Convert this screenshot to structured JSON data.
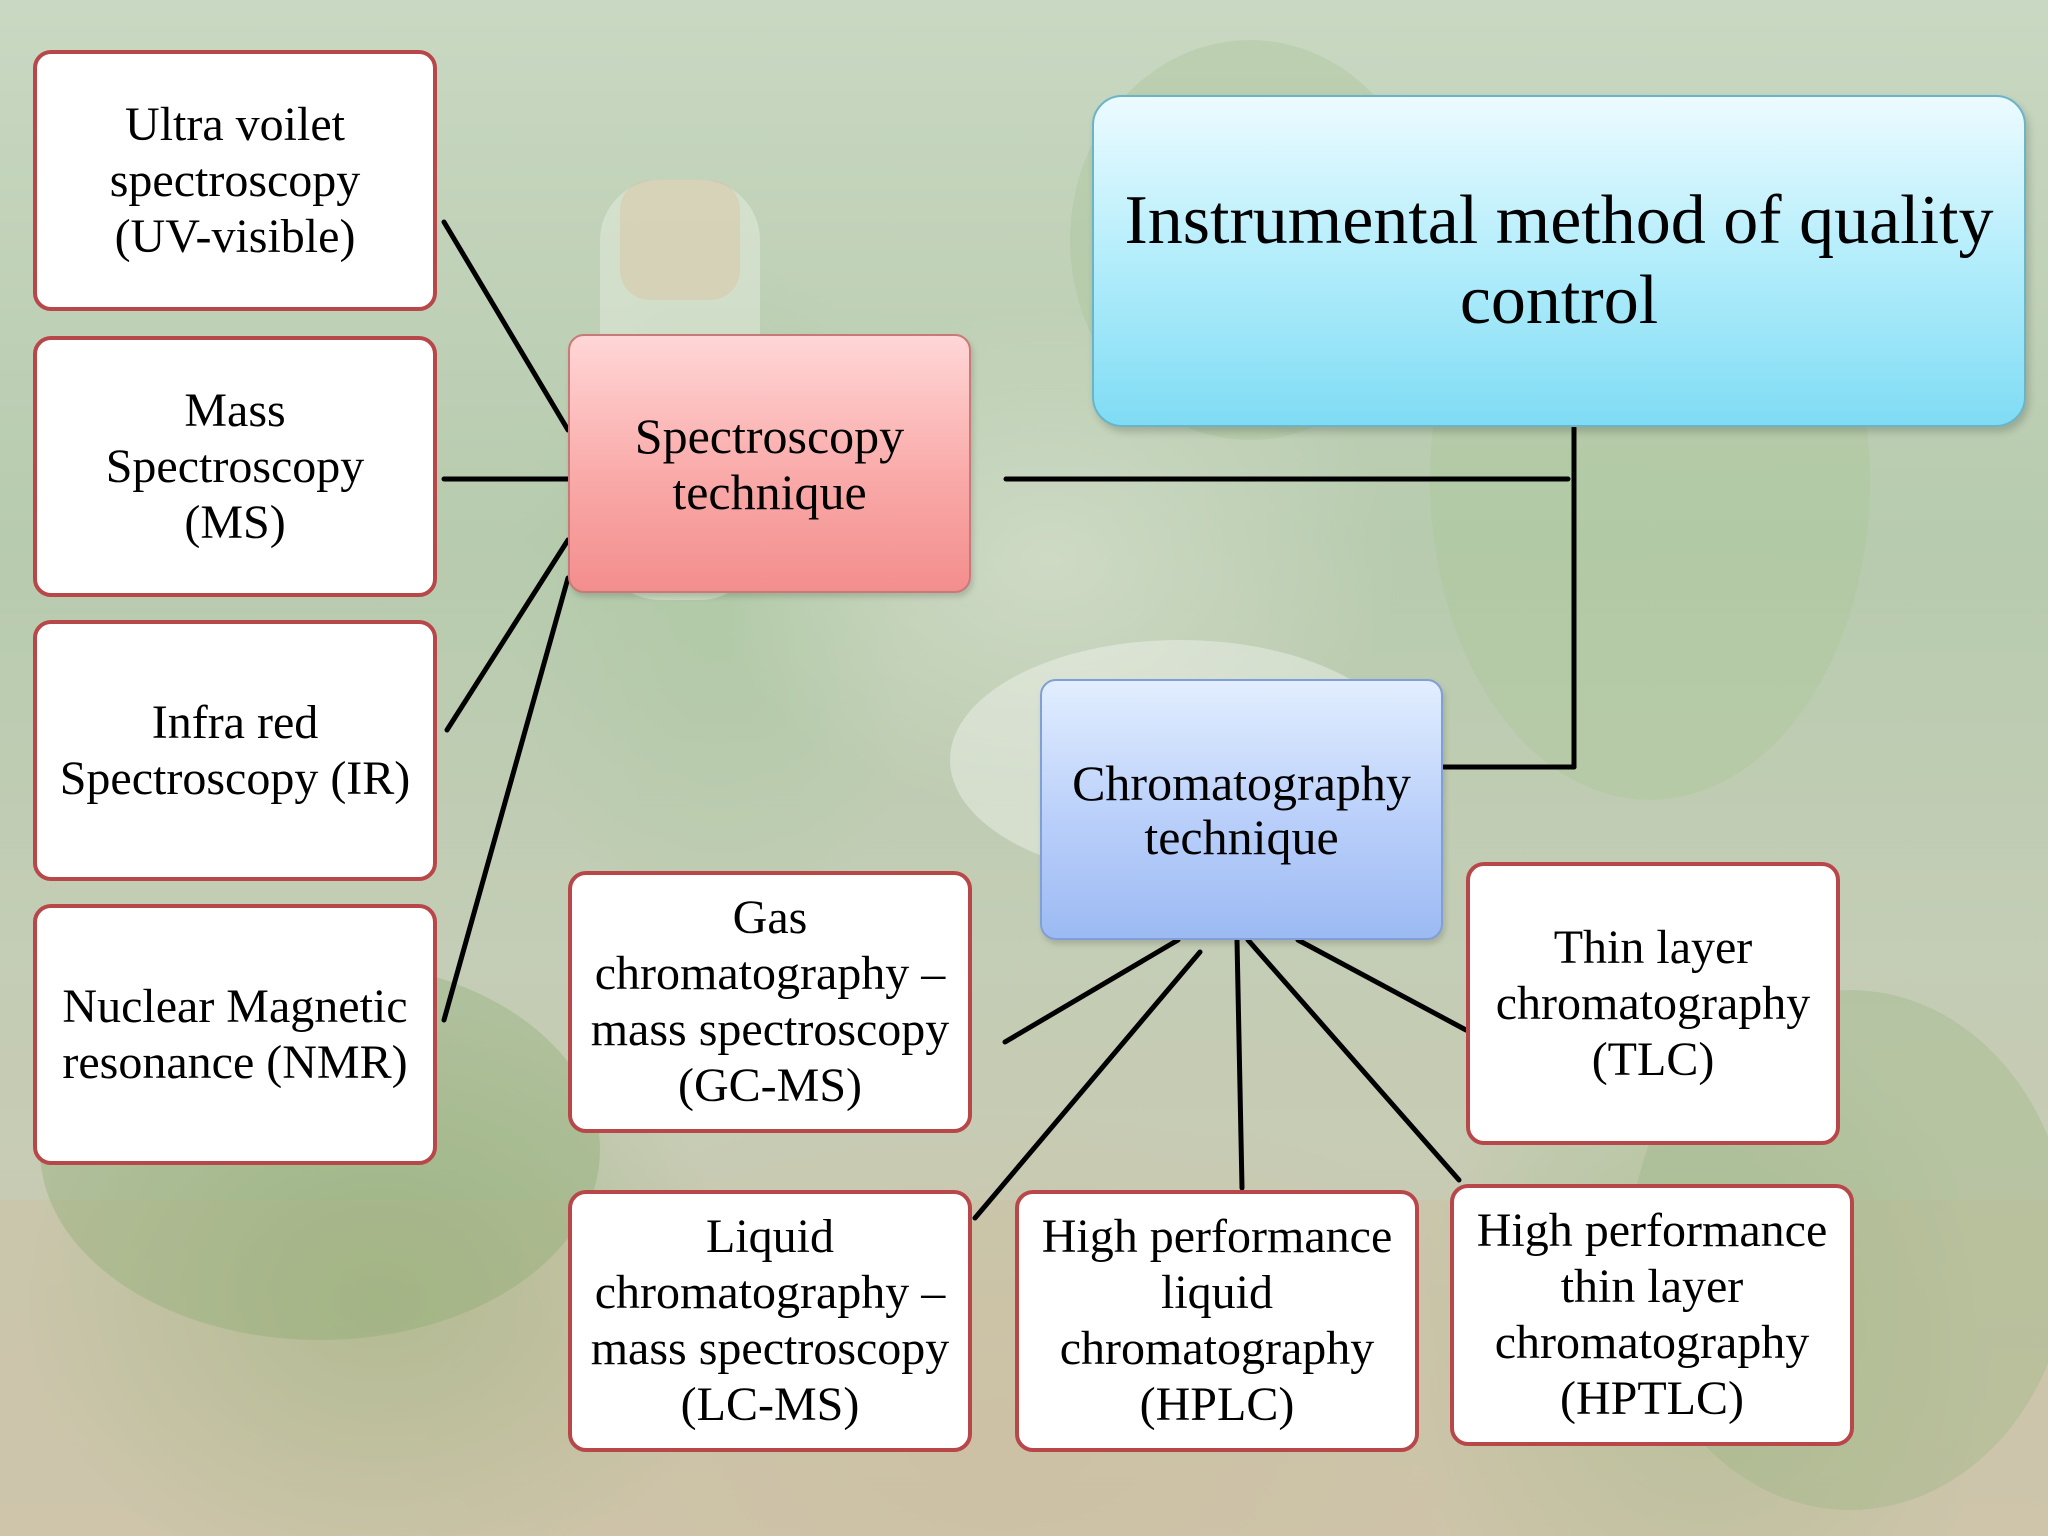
{
  "title": "Instrumental method of quality control",
  "branches": {
    "spectroscopy": "Spectroscopy technique",
    "chromatography": "Chromatography technique"
  },
  "spectroscopy_methods": [
    {
      "label": "Ultra voilet spectroscopy\n(UV-visible)"
    },
    {
      "label": "Mass Spectroscopy (MS)"
    },
    {
      "label": "Infra red Spectroscopy (IR)"
    },
    {
      "label": "Nuclear Magnetic resonance (NMR)"
    }
  ],
  "chromatography_methods": [
    {
      "label": "Gas chromatography – mass spectroscopy (GC-MS)"
    },
    {
      "label": "Liquid chromatography – mass spectroscopy (LC-MS)"
    },
    {
      "label": "High performance liquid chromatography (HPLC)"
    },
    {
      "label": "High performance thin layer chromatography (HPTLC)"
    },
    {
      "label": "Thin layer chromatography (TLC)"
    }
  ],
  "colors": {
    "box_border": "#b8474a",
    "spectroscopy_fill": "#f9aaa9",
    "chromatography_fill": "#b9cffa",
    "title_fill": "#b3edfb",
    "connector": "#000000"
  }
}
